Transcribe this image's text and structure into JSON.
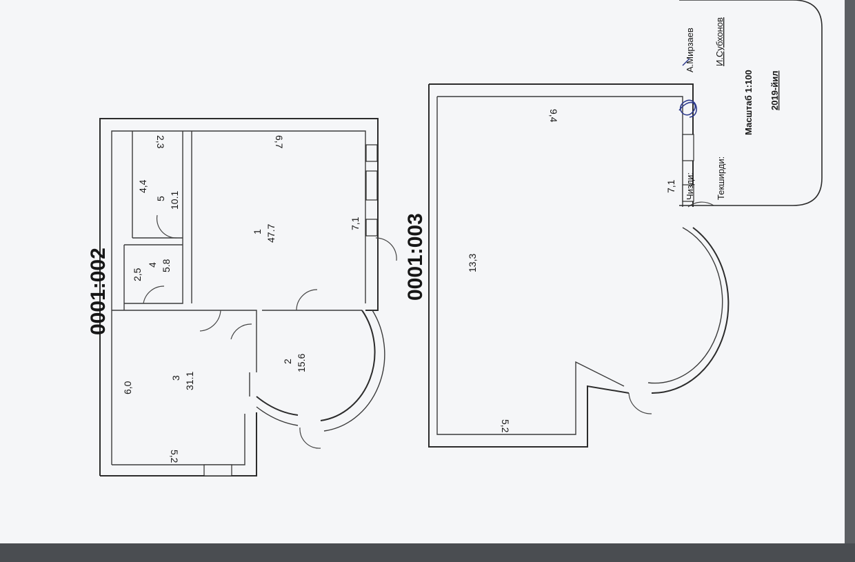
{
  "plan_a": {
    "id": "0001:002",
    "rooms": [
      {
        "no": "1",
        "area": "47.7"
      },
      {
        "no": "2",
        "area": "15.6"
      },
      {
        "no": "3",
        "area": "31.1"
      },
      {
        "no": "4",
        "area": "5.8"
      },
      {
        "no": "5",
        "area": "10.1"
      }
    ],
    "dims": [
      "6,7",
      "2,3",
      "4,4",
      "2,5",
      "6,0",
      "5,2",
      "7,1"
    ]
  },
  "plan_b": {
    "id": "0001:003",
    "dims": [
      "9,4",
      "13,3",
      "5,2",
      "7,1"
    ]
  },
  "stamp": {
    "drawn_by_label": "Чизди:",
    "drawn_by_name": "А.Мирзаев",
    "checked_label": "Текширди:",
    "checked_name": "И.Субхонов",
    "scale": "Масштаб 1:100",
    "year": "2019-йил"
  }
}
